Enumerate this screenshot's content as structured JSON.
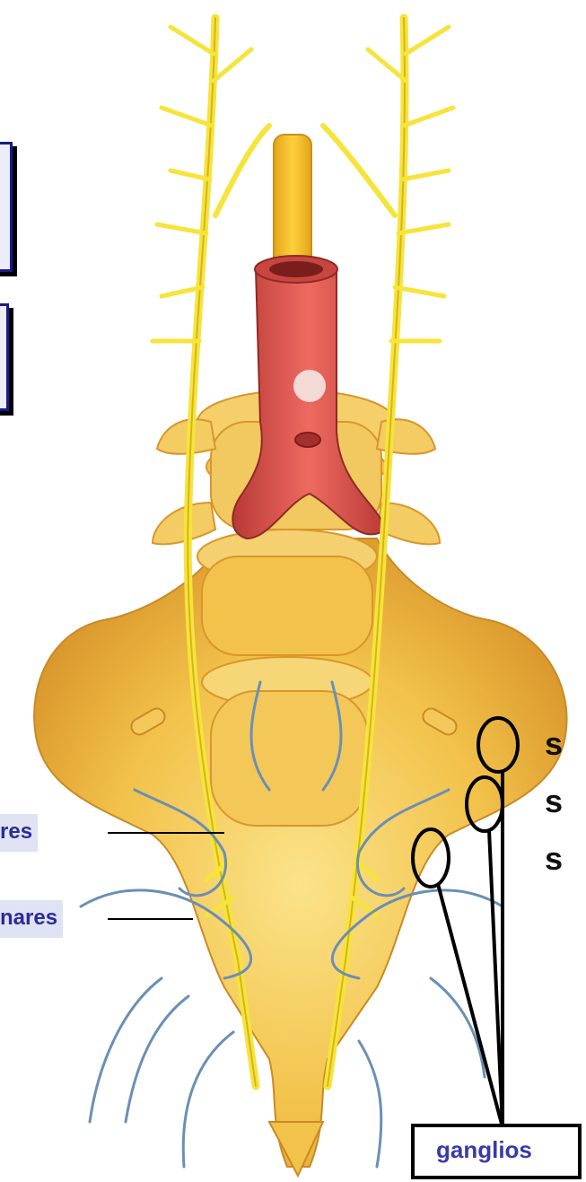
{
  "labels": {
    "left_1": "res",
    "left_2": "nares",
    "ganglios": "ganglios",
    "right_s1": "s",
    "right_s2": "s",
    "right_s3": "s"
  },
  "colors": {
    "bone": "#f2c24a",
    "bone_shadow": "#d89a2a",
    "nerve": "#f6e43a",
    "vessel": "#e4564f",
    "blue_nerve": "#6b8fb5",
    "panel_border": "#1a1a8c"
  }
}
